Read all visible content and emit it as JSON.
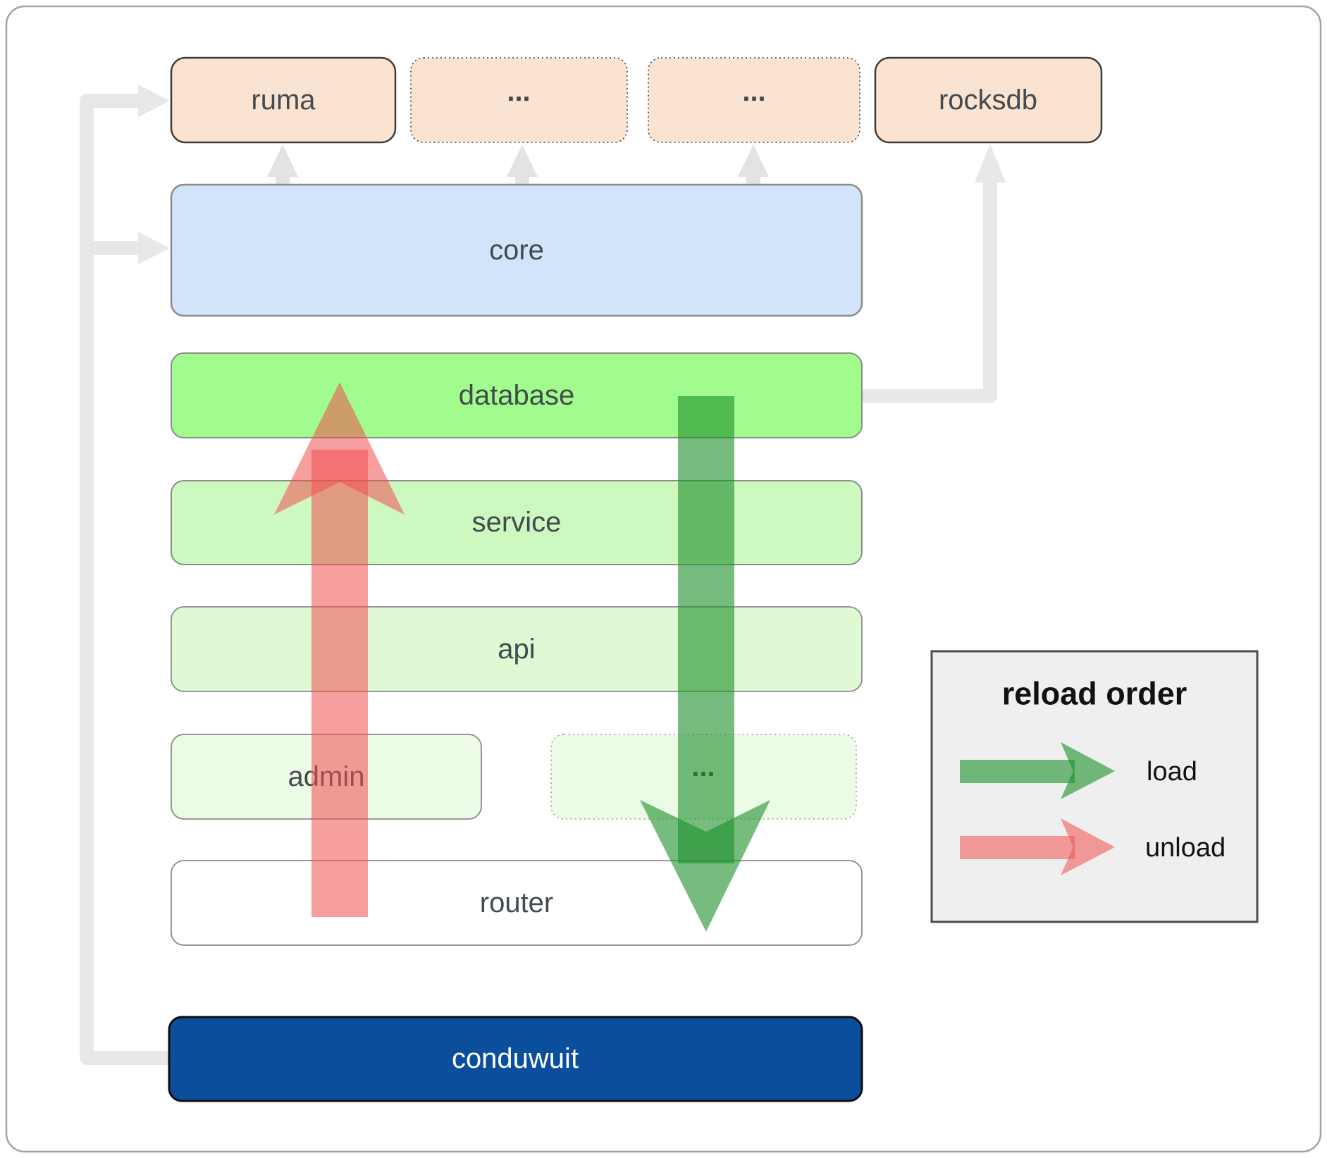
{
  "nodes": {
    "ruma": "ruma",
    "dots_top_1": "...",
    "dots_top_2": "...",
    "rocksdb": "rocksdb",
    "core": "core",
    "database": "database",
    "service": "service",
    "api": "api",
    "admin": "admin",
    "dots_admin_row": "...",
    "router": "router",
    "conduwuit": "conduwuit"
  },
  "legend": {
    "title": "reload order",
    "load_label": "load",
    "unload_label": "unload"
  },
  "arrows": {
    "load": "database to router (downward)",
    "unload": "router to database (upward)"
  },
  "connections": [
    "conduwuit to ruma",
    "conduwuit to core",
    "core to ruma",
    "core to dots-1",
    "core to dots-2",
    "database to rocksdb"
  ],
  "colors": {
    "peach": "#fbe3d1",
    "core_blue": "#d2e4fa",
    "database_green": "#a1fb8d",
    "service_green": "#cdf8c0",
    "api_green": "#dff9d4",
    "admin_green": "#ecfbe6",
    "router_white": "#ffffff",
    "conduwuit_blue": "#0b4e9c",
    "load_arrow": "#1d9029",
    "unload_arrow": "#f04e4e",
    "connector_gray": "#e8e8e8",
    "small_arrow_gray": "#e3e3e3",
    "legend_bg": "#efefef"
  }
}
